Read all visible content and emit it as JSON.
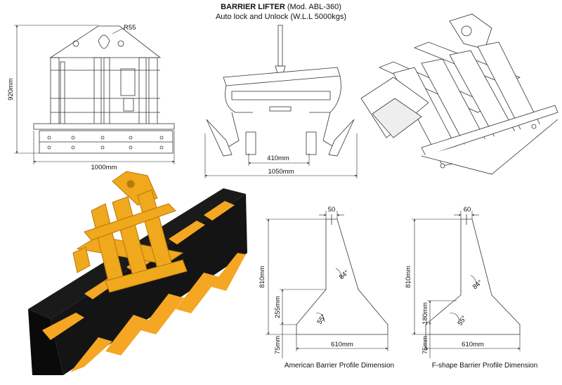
{
  "header": {
    "title": "BARRIER LIFTER",
    "model": "(Mod. ABL-360)",
    "subtitle": "Auto lock and Unlock (W.L.L 5000kgs)"
  },
  "front_view": {
    "radius_label": "R55",
    "height_label": "920mm",
    "width_label": "1000mm"
  },
  "side_view": {
    "inner_width_label": "410mm",
    "outer_width_label": "1050mm"
  },
  "american_profile": {
    "caption": "American Barrier Profile Dimension",
    "top_width": "50",
    "total_height": "810mm",
    "angle_upper": "84°",
    "angle_lower": "55°",
    "mid_height": "255mm",
    "base_height": "75mm",
    "base_width": "610mm"
  },
  "fshape_profile": {
    "caption": "F-shape Barrier Profile Dimension",
    "top_width": "60",
    "total_height": "810mm",
    "angle_upper": "84°",
    "angle_lower": "55°",
    "mid_height": "180mm",
    "base_height": "75mm",
    "base_width": "610mm"
  },
  "colors": {
    "frame_orange": "#f0a81c",
    "frame_shadow": "#b87810",
    "barrier_black": "#141414",
    "stripe_orange": "#f5a623",
    "line": "#333333"
  }
}
